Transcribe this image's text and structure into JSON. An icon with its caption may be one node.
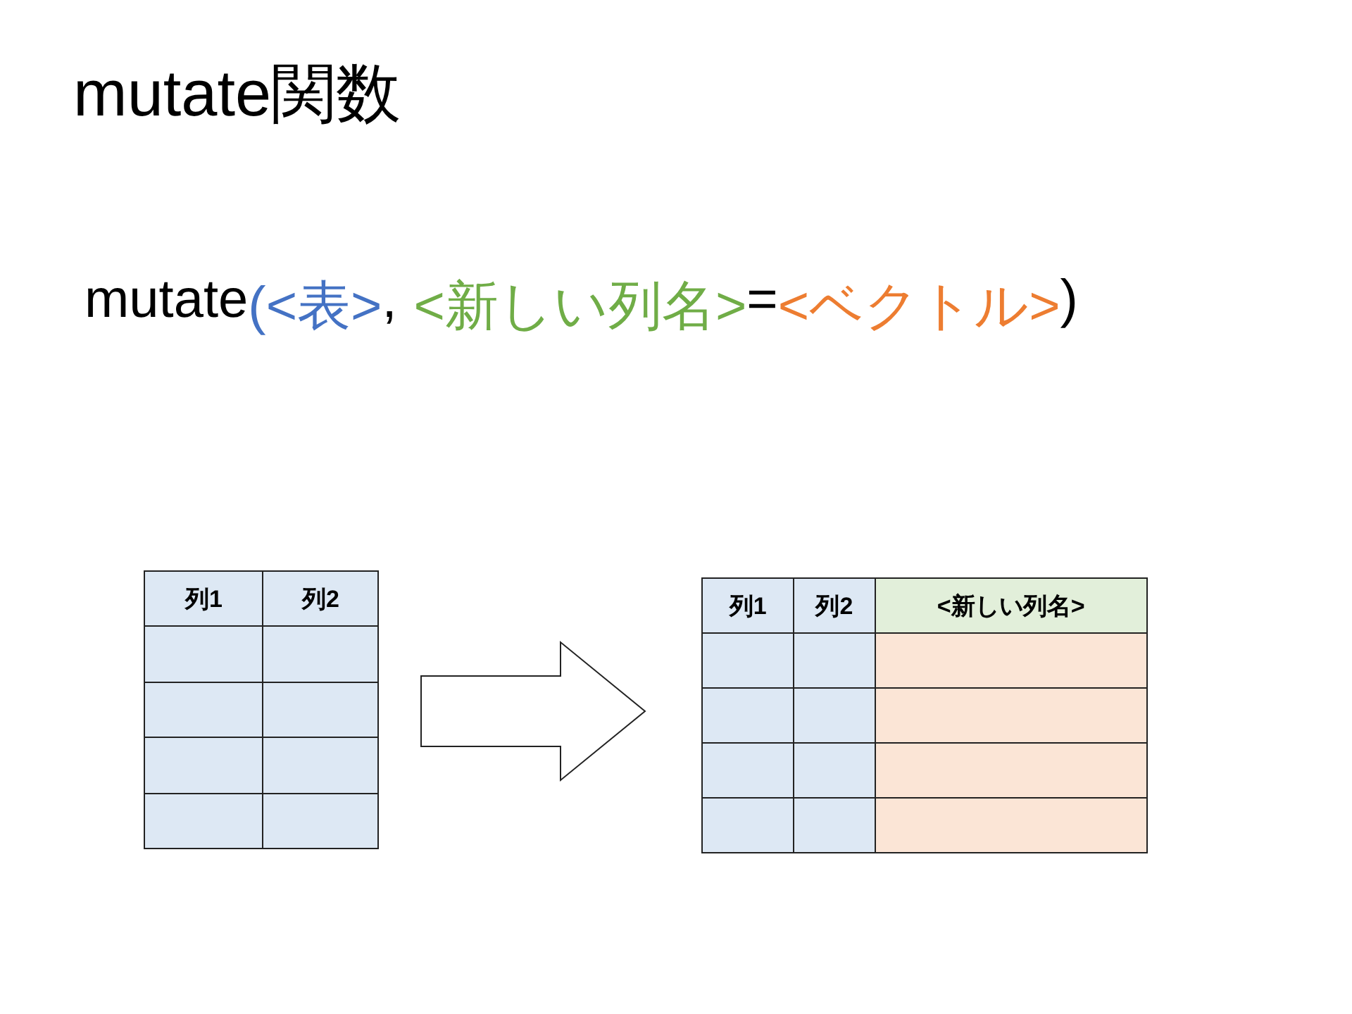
{
  "diagram": {
    "title": "mutate関数",
    "nodes": [
      {
        "text": [
          "列1",
          "列2"
        ]
      },
      {
        "text": [
          "列1",
          "列2",
          "<新しい列名>"
        ]
      }
    ],
    "edges": [
      {
        "from": 0,
        "to": 1,
        "arrow": "to"
      }
    ],
    "labels": [
      "mutate",
      "(<表>",
      ",",
      "<新しい列名>",
      "=",
      "<ベクトル>",
      ")"
    ]
  }
}
